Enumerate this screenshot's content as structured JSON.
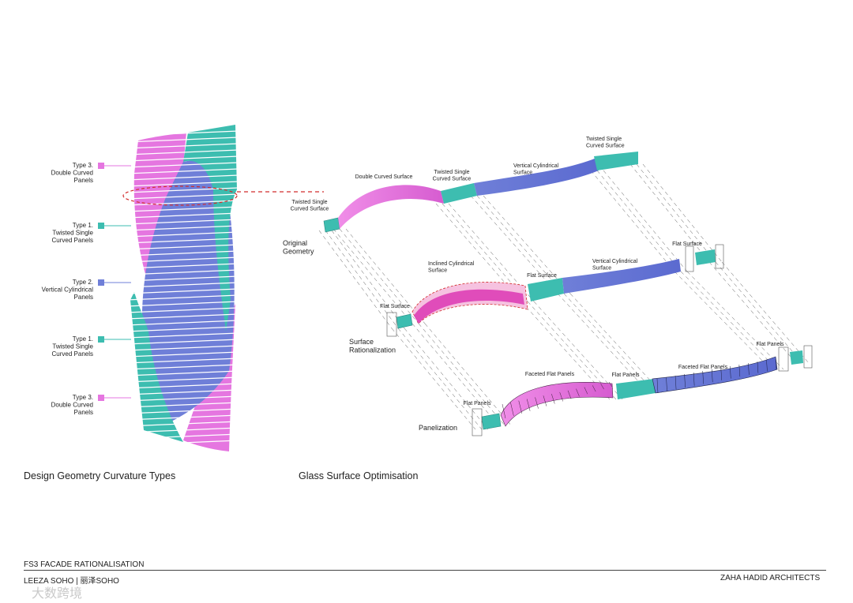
{
  "left_panel": {
    "caption": "Design Geometry Curvature Types",
    "legend": [
      {
        "lines": [
          "Type 3.",
          "Double Curved",
          "Panels"
        ],
        "color": "#e576e0"
      },
      {
        "lines": [
          "Type 1.",
          "Twisted Single",
          "Curved Panels"
        ],
        "color": "#3dbdb0"
      },
      {
        "lines": [
          "Type 2.",
          "Vertical Cylindrical",
          "Panels"
        ],
        "color": "#6f7fd8"
      },
      {
        "lines": [
          "Type 1.",
          "Twisted Single",
          "Curved Panels"
        ],
        "color": "#3dbdb0"
      },
      {
        "lines": [
          "Type 3.",
          "Double Curved",
          "Panels"
        ],
        "color": "#e576e0"
      }
    ]
  },
  "right_panel": {
    "caption": "Glass Surface Optimisation",
    "rows": {
      "original": {
        "label": [
          "Original",
          "Geometry"
        ],
        "segments": {
          "tsc_left": [
            "Twisted Single",
            "Curved Surface"
          ],
          "dcs": [
            "Double Curved Surface"
          ],
          "tsc_mid": [
            "Twisted Single",
            "Curved Surface"
          ],
          "vcs": [
            "Vertical Cylindrical",
            "Surface"
          ],
          "tsc_right": [
            "Twisted Single",
            "Curved Surface"
          ]
        }
      },
      "rationalization": {
        "label": [
          "Surface",
          "Rationalization"
        ],
        "segments": {
          "flat_left": [
            "Flat Surface"
          ],
          "ics": [
            "Inclined Cylindrical",
            "Surface"
          ],
          "flat_mid": [
            "Flat Surface"
          ],
          "vcs": [
            "Vertical Cylindrical",
            "Surface"
          ],
          "flat_right": [
            "Flat Surface"
          ]
        }
      },
      "panelization": {
        "label": [
          "Panelization"
        ],
        "segments": {
          "flat_left": [
            "Flat Panels"
          ],
          "facet_left": [
            "Faceted Flat Panels"
          ],
          "flat_mid": [
            "Flat Panels"
          ],
          "facet_right": [
            "Faceted Flat Panels"
          ],
          "flat_right": [
            "Flat Panels"
          ]
        }
      }
    }
  },
  "colors": {
    "teal": "#3dbdb0",
    "magenta": "#e576e0",
    "blue": "#6f7fd8",
    "pink_light": "#f3a8d6",
    "guide": "#555555",
    "red_dash": "#d22c2c"
  },
  "footer": {
    "sheet": "FS3 FACADE RATIONALISATION",
    "project": "LEEZA SOHO | 丽泽SOHO",
    "firm": "ZAHA HADID ARCHITECTS",
    "watermark": "大数跨境"
  }
}
